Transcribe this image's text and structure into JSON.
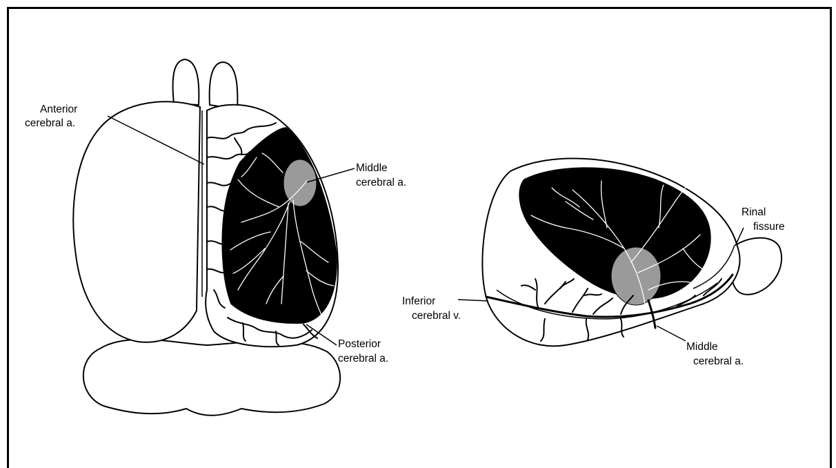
{
  "figure": {
    "dorsal_view": {
      "labels": {
        "anterior_1": "Anterior",
        "anterior_2": "cerebral a.",
        "middle_1": "Middle",
        "middle_2": "cerebral a.",
        "posterior_1": "Posterior",
        "posterior_2": "cerebral a."
      }
    },
    "lateral_view": {
      "labels": {
        "rinal_1": "Rinal",
        "rinal_2": "fissure",
        "inferior_1": "Inferior",
        "inferior_2": "cerebral v.",
        "middle_1": "Middle",
        "middle_2": "cerebral a."
      }
    }
  },
  "colors": {
    "infarct": "#000000",
    "core": "#9a9a9a",
    "outline": "#000000"
  }
}
